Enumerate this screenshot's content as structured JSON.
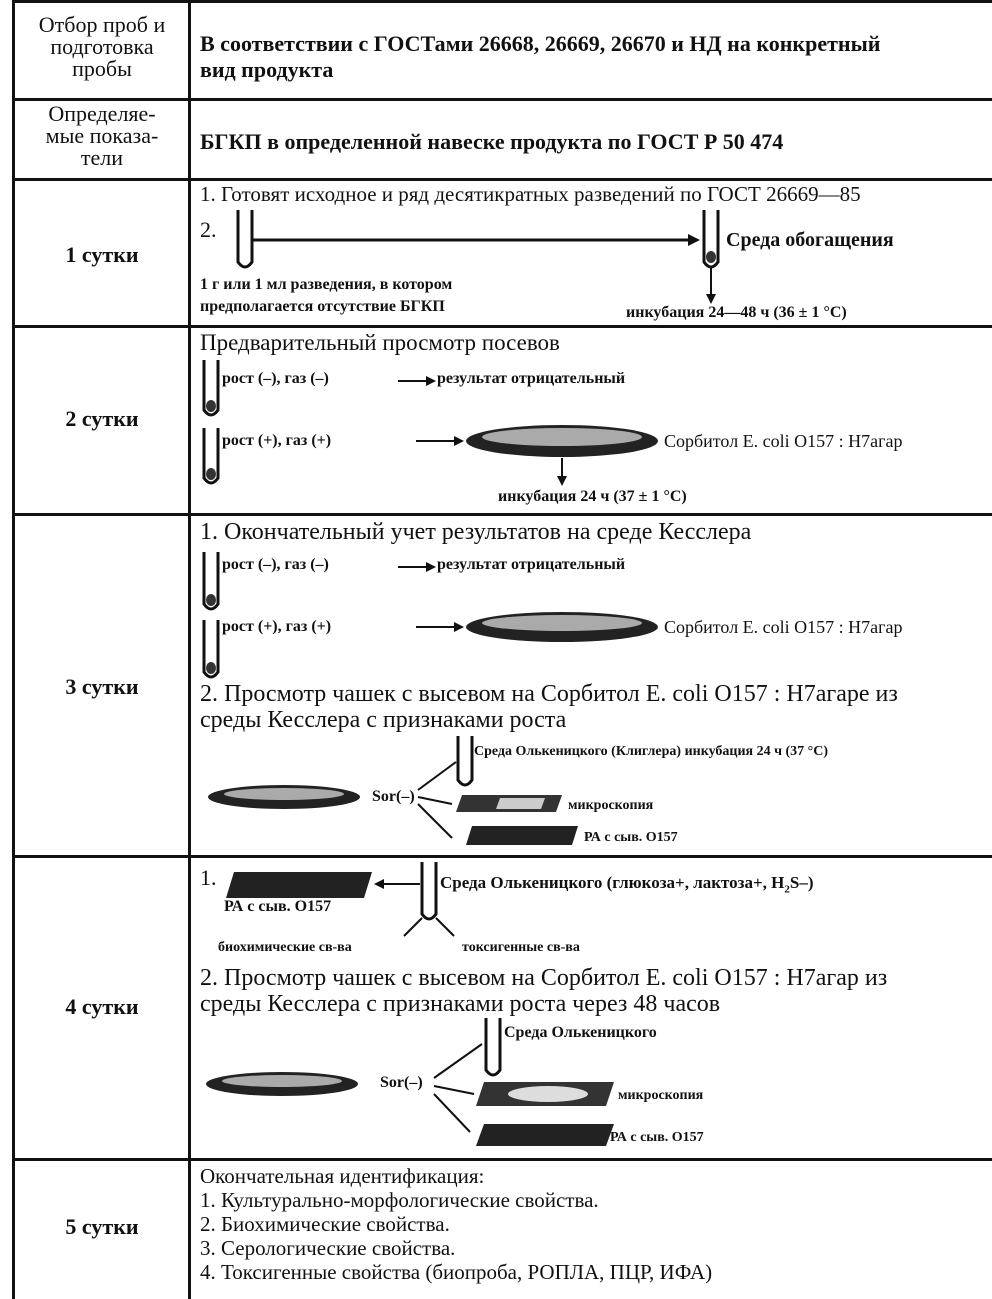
{
  "rows": [
    {
      "label_lines": [
        "Отбор проб и",
        "подготовка",
        "пробы"
      ],
      "content": "В соответствии с ГОСТами 26668, 26669, 26670 и НД на конкретный",
      "content_2": "вид продукта"
    },
    {
      "label_lines": [
        "Определяе-",
        "мые показа-",
        "тели"
      ],
      "content": "БГКП в определенной навеске продукта по ГОСТ Р 50 474"
    },
    {
      "label": "1 сутки",
      "step1": "1. Готовят исходное и ряд десятикратных разведений по ГОСТ 26669—85",
      "step2": "2.",
      "medium": "Среда обогащения",
      "sample_1": "1 г или 1 мл разведения, в котором",
      "sample_2": "предполагается отсутствие БГКП",
      "incubation": "инкубация 24—48 ч (36 ± 1 °C)"
    },
    {
      "label": "2 сутки",
      "title": "Предварительный просмотр посевов",
      "neg_cond": "рост (–), газ (–)",
      "neg_result": "результат отрицательный",
      "pos_cond": "рост (+), газ (+)",
      "agar": "Сорбитол E. coli O157 : H7агар",
      "incubation": "инкубация 24 ч (37 ± 1 °C)"
    },
    {
      "label": "3 сутки",
      "step1": "1. Окончательный учет результатов на среде Кесслера",
      "neg_cond": "рост (–), газ (–)",
      "neg_result": "результат отрицательный",
      "pos_cond": "рост (+), газ (+)",
      "agar": "Сорбитол E. coli O157 : H7агар",
      "step2_1": "2. Просмотр чашек с высевом на Сорбитол E. coli O157 : H7агаре из",
      "step2_2": "среды Кесслера с признаками роста",
      "olk": "Среда Олькеницкого (Клиглера) инкубация 24 ч (37 °C)",
      "sor": "Sor(–)",
      "micro": "микроскопия",
      "ra": "РА с сыв. O157"
    },
    {
      "label": "4 сутки",
      "step1": "1.",
      "olk_full": "Среда Олькеницкого (глюкоза+, лактоза+, H",
      "olk_sub": "2",
      "olk_end": "S–)",
      "ra1": "РА с сыв. O157",
      "bio": "биохимические св-ва",
      "tox": "токсигенные св-ва",
      "step2_1": "2. Просмотр чашек с высевом на Сорбитол E. coli O157 : H7агар из",
      "step2_2": "среды Кесслера с признаками роста через 48 часов",
      "olk": "Среда Олькеницкого",
      "sor": "Sor(–)",
      "micro": "микроскопия",
      "ra": "РА с сыв. O157"
    },
    {
      "label": "5 сутки",
      "title": "Окончательная идентификация:",
      "items": [
        "1. Культурально-морфологические свойства.",
        "2. Биохимические свойства.",
        "3. Серологические свойства.",
        "4. Токсигенные свойства (биопроба, РОПЛА, ПЦР, ИФА)"
      ]
    }
  ]
}
